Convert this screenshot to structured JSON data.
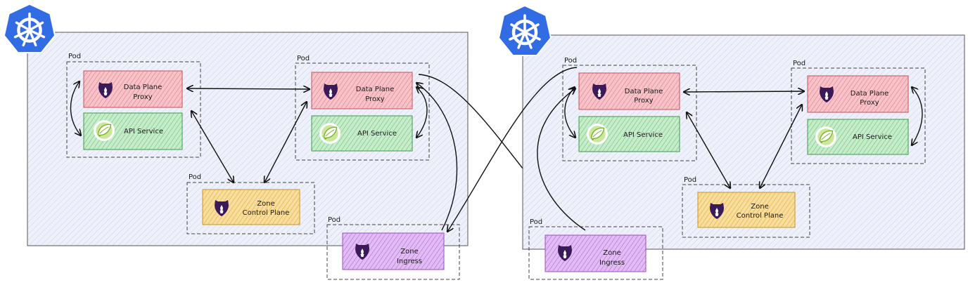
{
  "pod_label": "Pod",
  "colors": {
    "cluster_fill": "#e9ecf8",
    "kubernetes_blue": "#326ce5",
    "proxy_fill": "#f4b6bd",
    "service_fill": "#b8e6bf",
    "control_plane_fill": "#f6d58c",
    "ingress_fill": "#d9aef0",
    "bear_icon": "#3b1a5a",
    "spring_icon": "#8fc43a"
  },
  "icons": {
    "cluster": "kubernetes-helm-icon",
    "proxy": "bear-icon",
    "service": "spring-leaf-icon"
  },
  "clusters": [
    {
      "pods": [
        {
          "proxy": [
            "Data Plane",
            "Proxy"
          ],
          "service": "API Service"
        },
        {
          "proxy": [
            "Data Plane",
            "Proxy"
          ],
          "service": "API Service"
        }
      ],
      "control_plane": [
        "Zone",
        "Control Plane"
      ],
      "ingress": [
        "Zone",
        "Ingress"
      ]
    },
    {
      "pods": [
        {
          "proxy": [
            "Data Plane",
            "Proxy"
          ],
          "service": "API Service"
        },
        {
          "proxy": [
            "Data Plane",
            "Proxy"
          ],
          "service": "API Service"
        }
      ],
      "control_plane": [
        "Zone",
        "Control Plane"
      ],
      "ingress": [
        "Zone",
        "Ingress"
      ]
    }
  ]
}
